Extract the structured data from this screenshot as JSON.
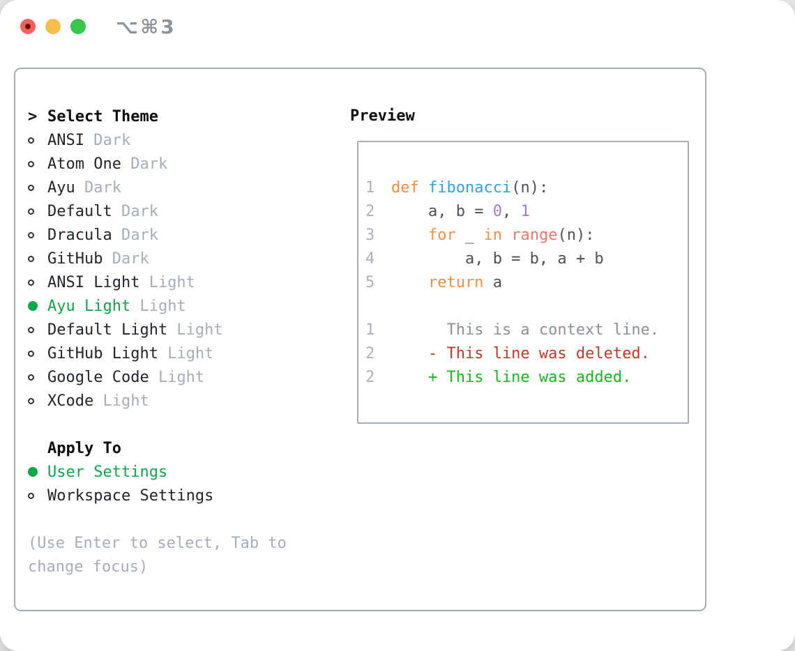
{
  "window": {
    "shortcut": "⌥⌘3",
    "traffic_lights": [
      {
        "name": "close-button",
        "color": "#f4615c"
      },
      {
        "name": "minimize-button",
        "color": "#f7be4e"
      },
      {
        "name": "zoom-button",
        "color": "#36c74b"
      }
    ]
  },
  "picker": {
    "header": {
      "cursor": ">",
      "label": "Select Theme"
    },
    "items": [
      {
        "name": "ANSI",
        "variant": "Dark",
        "selected": false
      },
      {
        "name": "Atom One",
        "variant": "Dark",
        "selected": false
      },
      {
        "name": "Ayu",
        "variant": "Dark",
        "selected": false
      },
      {
        "name": "Default",
        "variant": "Dark",
        "selected": false
      },
      {
        "name": "Dracula",
        "variant": "Dark",
        "selected": false
      },
      {
        "name": "GitHub",
        "variant": "Dark",
        "selected": false
      },
      {
        "name": "ANSI Light",
        "variant": "Light",
        "selected": false
      },
      {
        "name": "Ayu Light",
        "variant": "Light",
        "selected": true
      },
      {
        "name": "Default Light",
        "variant": "Light",
        "selected": false
      },
      {
        "name": "GitHub Light",
        "variant": "Light",
        "selected": false
      },
      {
        "name": "Google Code",
        "variant": "Light",
        "selected": false
      },
      {
        "name": "XCode",
        "variant": "Light",
        "selected": false
      }
    ],
    "apply_to": {
      "header": "Apply To",
      "options": [
        {
          "name": "User Settings",
          "selected": true
        },
        {
          "name": "Workspace Settings",
          "selected": false
        }
      ]
    },
    "help_lines": [
      "(Use Enter to select, Tab to",
      "change focus)"
    ]
  },
  "preview": {
    "header": "Preview",
    "code_lines": [
      {
        "no": "1",
        "tokens": [
          {
            "text": "def ",
            "color": "keyword"
          },
          {
            "text": "fibonacci",
            "color": "function"
          },
          {
            "text": "(n):",
            "color": "fg"
          }
        ]
      },
      {
        "no": "2",
        "tokens": [
          {
            "text": "    a, b = ",
            "color": "fg"
          },
          {
            "text": "0",
            "color": "number"
          },
          {
            "text": ", ",
            "color": "fg"
          },
          {
            "text": "1",
            "color": "number"
          }
        ]
      },
      {
        "no": "3",
        "tokens": [
          {
            "text": "    ",
            "color": "fg"
          },
          {
            "text": "for",
            "color": "keyword"
          },
          {
            "text": " _ ",
            "color": "fg"
          },
          {
            "text": "in",
            "color": "keyword"
          },
          {
            "text": " ",
            "color": "fg"
          },
          {
            "text": "range",
            "color": "builtin"
          },
          {
            "text": "(n):",
            "color": "fg"
          }
        ]
      },
      {
        "no": "4",
        "tokens": [
          {
            "text": "        a, b = b, a + b",
            "color": "fg"
          }
        ]
      },
      {
        "no": "5",
        "tokens": [
          {
            "text": "    ",
            "color": "fg"
          },
          {
            "text": "return",
            "color": "keyword"
          },
          {
            "text": " a",
            "color": "fg"
          }
        ]
      }
    ],
    "diff_lines": [
      {
        "no": "1",
        "text": "    This is a context line.",
        "type": "context"
      },
      {
        "no": "2",
        "text": "  - This line was deleted.",
        "type": "deleted"
      },
      {
        "no": "2",
        "text": "  + This line was added.",
        "type": "added"
      }
    ]
  },
  "colors": {
    "selected_green": "#0da84a",
    "text_dark": "#1f242b",
    "text_muted": "#a4aebb",
    "panel_border": "#a3adb8",
    "lineno": "#a8b1bc",
    "fg": "#4a5159",
    "keyword": "#f98d3d",
    "function": "#2ea2e9",
    "builtin": "#f4716b",
    "number": "#a27acc",
    "diff_context": "#8a919a",
    "diff_deleted": "#c13925",
    "diff_added": "#17b91c"
  }
}
